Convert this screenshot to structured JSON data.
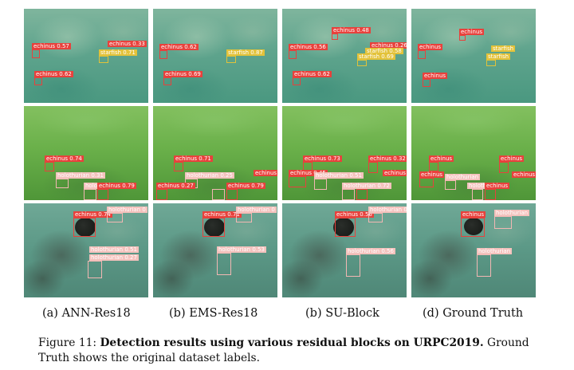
{
  "panels": [
    {
      "caption": "(a) ANN-Res18",
      "rows": [
        {
          "detections": [
            {
              "label": "echinus 0.57",
              "color": "red"
            },
            {
              "label": "echinus 0.33",
              "color": "red"
            },
            {
              "label": "starfish 0.71",
              "color": "yellow"
            },
            {
              "label": "echinus 0.62",
              "color": "red"
            }
          ]
        },
        {
          "detections": [
            {
              "label": "echinus 0.74",
              "color": "red"
            },
            {
              "label": "holothurian 0.31",
              "color": "pink"
            },
            {
              "label": "holo",
              "color": "pink"
            },
            {
              "label": "echinus 0.79",
              "color": "red"
            }
          ]
        },
        {
          "detections": [
            {
              "label": "echinus 0.74",
              "color": "red"
            },
            {
              "label": "holothurian 0",
              "color": "pink"
            },
            {
              "label": "holothurian 0.51",
              "color": "pink"
            },
            {
              "label": "holothurian 0.27",
              "color": "pink"
            }
          ]
        }
      ]
    },
    {
      "caption": "(b) EMS-Res18",
      "rows": [
        {
          "detections": [
            {
              "label": "echinus 0.62",
              "color": "red"
            },
            {
              "label": "starfish 0.87",
              "color": "yellow"
            },
            {
              "label": "echinus 0.69",
              "color": "red"
            }
          ]
        },
        {
          "detections": [
            {
              "label": "echinus 0.71",
              "color": "red"
            },
            {
              "label": "holothurian 0.25",
              "color": "pink"
            },
            {
              "label": "echinus",
              "color": "red"
            },
            {
              "label": "echinus 0.27",
              "color": "red"
            },
            {
              "label": "echinus 0.79",
              "color": "red"
            }
          ]
        },
        {
          "detections": [
            {
              "label": "echinus 0.71",
              "color": "red"
            },
            {
              "label": "holothurian 0",
              "color": "pink"
            },
            {
              "label": "holothurian 0.53",
              "color": "pink"
            }
          ]
        }
      ]
    },
    {
      "caption": "(b) SU-Block",
      "rows": [
        {
          "detections": [
            {
              "label": "echinus 0.48",
              "color": "red"
            },
            {
              "label": "echinus 0.56",
              "color": "red"
            },
            {
              "label": "echinus 0.26",
              "color": "red"
            },
            {
              "label": "starfish 0.58",
              "color": "yellow"
            },
            {
              "label": "starfish 0.69",
              "color": "yellow"
            },
            {
              "label": "echinus 0.62",
              "color": "red"
            }
          ]
        },
        {
          "detections": [
            {
              "label": "echinus 0.73",
              "color": "red"
            },
            {
              "label": "echinus 0.32",
              "color": "red"
            },
            {
              "label": "echinus 0.45",
              "color": "red"
            },
            {
              "label": "holothurian 0.51",
              "color": "pink"
            },
            {
              "label": "echinus",
              "color": "red"
            },
            {
              "label": "holothurian 0.72",
              "color": "pink"
            }
          ]
        },
        {
          "detections": [
            {
              "label": "echinus 0.56",
              "color": "red"
            },
            {
              "label": "holothurian 0",
              "color": "pink"
            },
            {
              "label": "holothurian 0.56",
              "color": "pink"
            }
          ]
        }
      ]
    },
    {
      "caption": "(d) Ground Truth",
      "rows": [
        {
          "detections": [
            {
              "label": "echinus",
              "color": "red"
            },
            {
              "label": "echinus",
              "color": "red"
            },
            {
              "label": "starfish",
              "color": "yellow"
            },
            {
              "label": "starfish",
              "color": "yellow"
            },
            {
              "label": "echinus",
              "color": "red"
            }
          ]
        },
        {
          "detections": [
            {
              "label": "echinus",
              "color": "red"
            },
            {
              "label": "echinus",
              "color": "red"
            },
            {
              "label": "echinus",
              "color": "red"
            },
            {
              "label": "holothurian",
              "color": "pink"
            },
            {
              "label": "echinus",
              "color": "red"
            },
            {
              "label": "holothurian",
              "color": "pink"
            },
            {
              "label": "echinus",
              "color": "red"
            }
          ]
        },
        {
          "detections": [
            {
              "label": "echinus",
              "color": "red"
            },
            {
              "label": "holothurian",
              "color": "pink"
            },
            {
              "label": "holothurian",
              "color": "pink"
            }
          ]
        }
      ]
    }
  ],
  "figure": {
    "number": "Figure 11:",
    "title": "Detection results using various residual blocks on URPC2019.",
    "text": "Ground Truth shows the original dataset labels."
  },
  "colors": {
    "red": "#e8413c",
    "yellow": "#e3c23a",
    "pink": "#f4c2bd"
  }
}
